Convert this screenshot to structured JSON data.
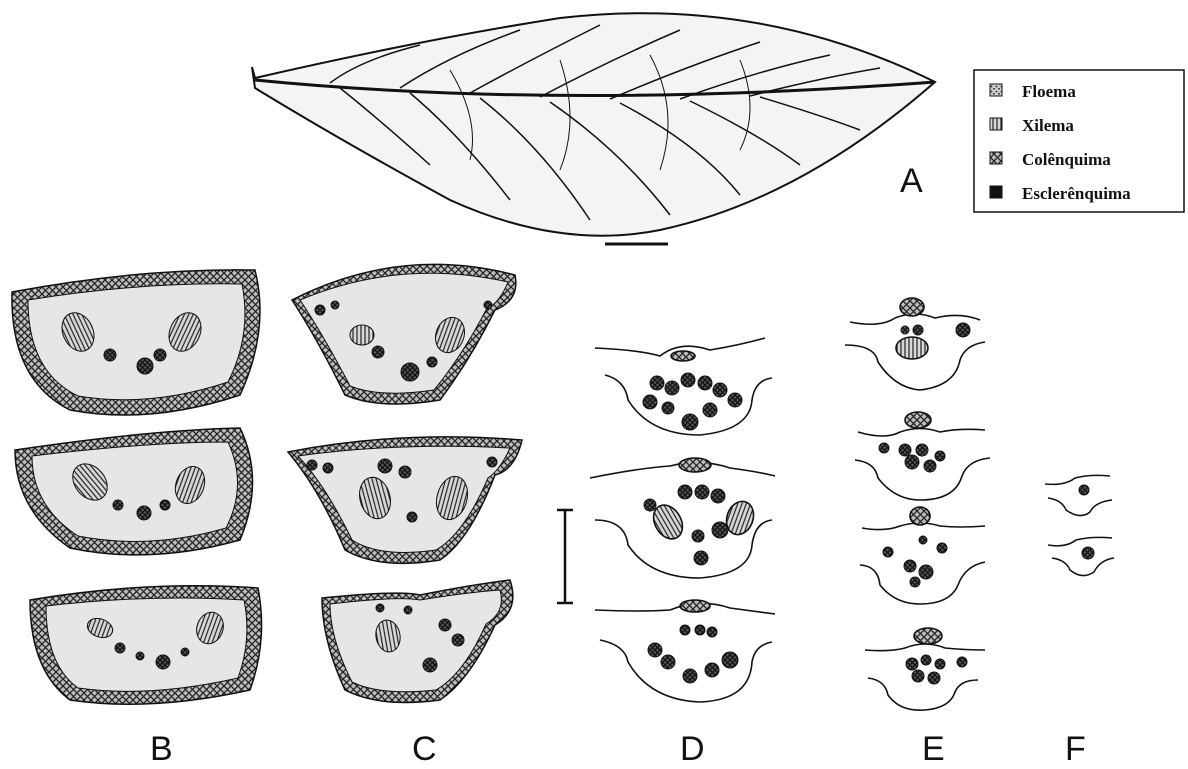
{
  "legend": {
    "items": [
      {
        "label": "Floema",
        "pattern": "stipple"
      },
      {
        "label": "Xilema",
        "pattern": "vertical-lines"
      },
      {
        "label": "Colênquima",
        "pattern": "cross-hatch"
      },
      {
        "label": "Esclerênquima",
        "pattern": "solid-dark"
      }
    ]
  },
  "panels": {
    "A": "A",
    "B": "B",
    "C": "C",
    "D": "D",
    "E": "E",
    "F": "F"
  },
  "colors": {
    "ink": "#111111",
    "tissue_fill": "#e6e6e6",
    "collenchyma_ring": "#444444",
    "background": "#ffffff"
  }
}
